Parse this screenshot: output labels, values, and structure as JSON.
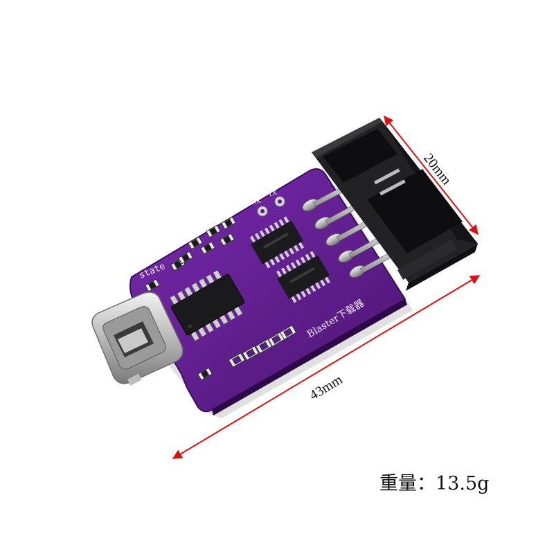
{
  "product": {
    "board_label": "Blaster下载器",
    "silk_state": "state",
    "silk_rx": "RX",
    "silk_tx": "TX"
  },
  "dimensions": {
    "width_label": "20mm",
    "length_label": "43mm"
  },
  "weight": {
    "label": "重量：13.5g"
  },
  "colors": {
    "pcb": "#5b1c86",
    "arrow": "#e01010",
    "connector": "#1c1c1e"
  }
}
